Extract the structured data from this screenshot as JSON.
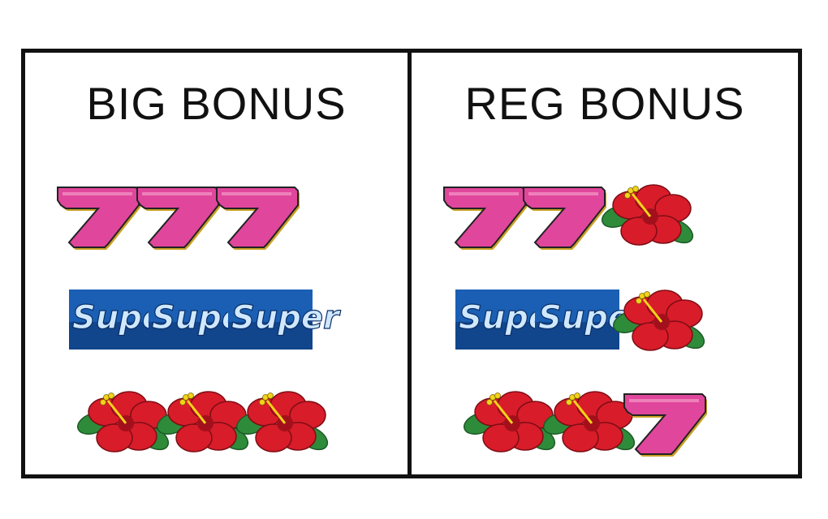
{
  "panels": [
    {
      "title": "BIG BONUS",
      "rows": [
        [
          "seven",
          "seven",
          "seven"
        ],
        [
          "super",
          "super",
          "super"
        ],
        [
          "hibiscus",
          "hibiscus",
          "hibiscus"
        ]
      ]
    },
    {
      "title": "REG BONUS",
      "rows": [
        [
          "seven",
          "seven",
          "hibiscus"
        ],
        [
          "super",
          "super",
          "hibiscus"
        ],
        [
          "hibiscus",
          "hibiscus",
          "seven"
        ]
      ]
    }
  ],
  "symbol_text": {
    "super_label": "Super"
  },
  "colors": {
    "seven_fill": "#e0469c",
    "seven_gold": "#c9a227",
    "super_bg": "#1a5fb4",
    "super_text": "#cfe8ff",
    "flower_red": "#d81c2a",
    "leaf_green": "#2e8b3a",
    "stamen_yellow": "#f2d21b"
  }
}
